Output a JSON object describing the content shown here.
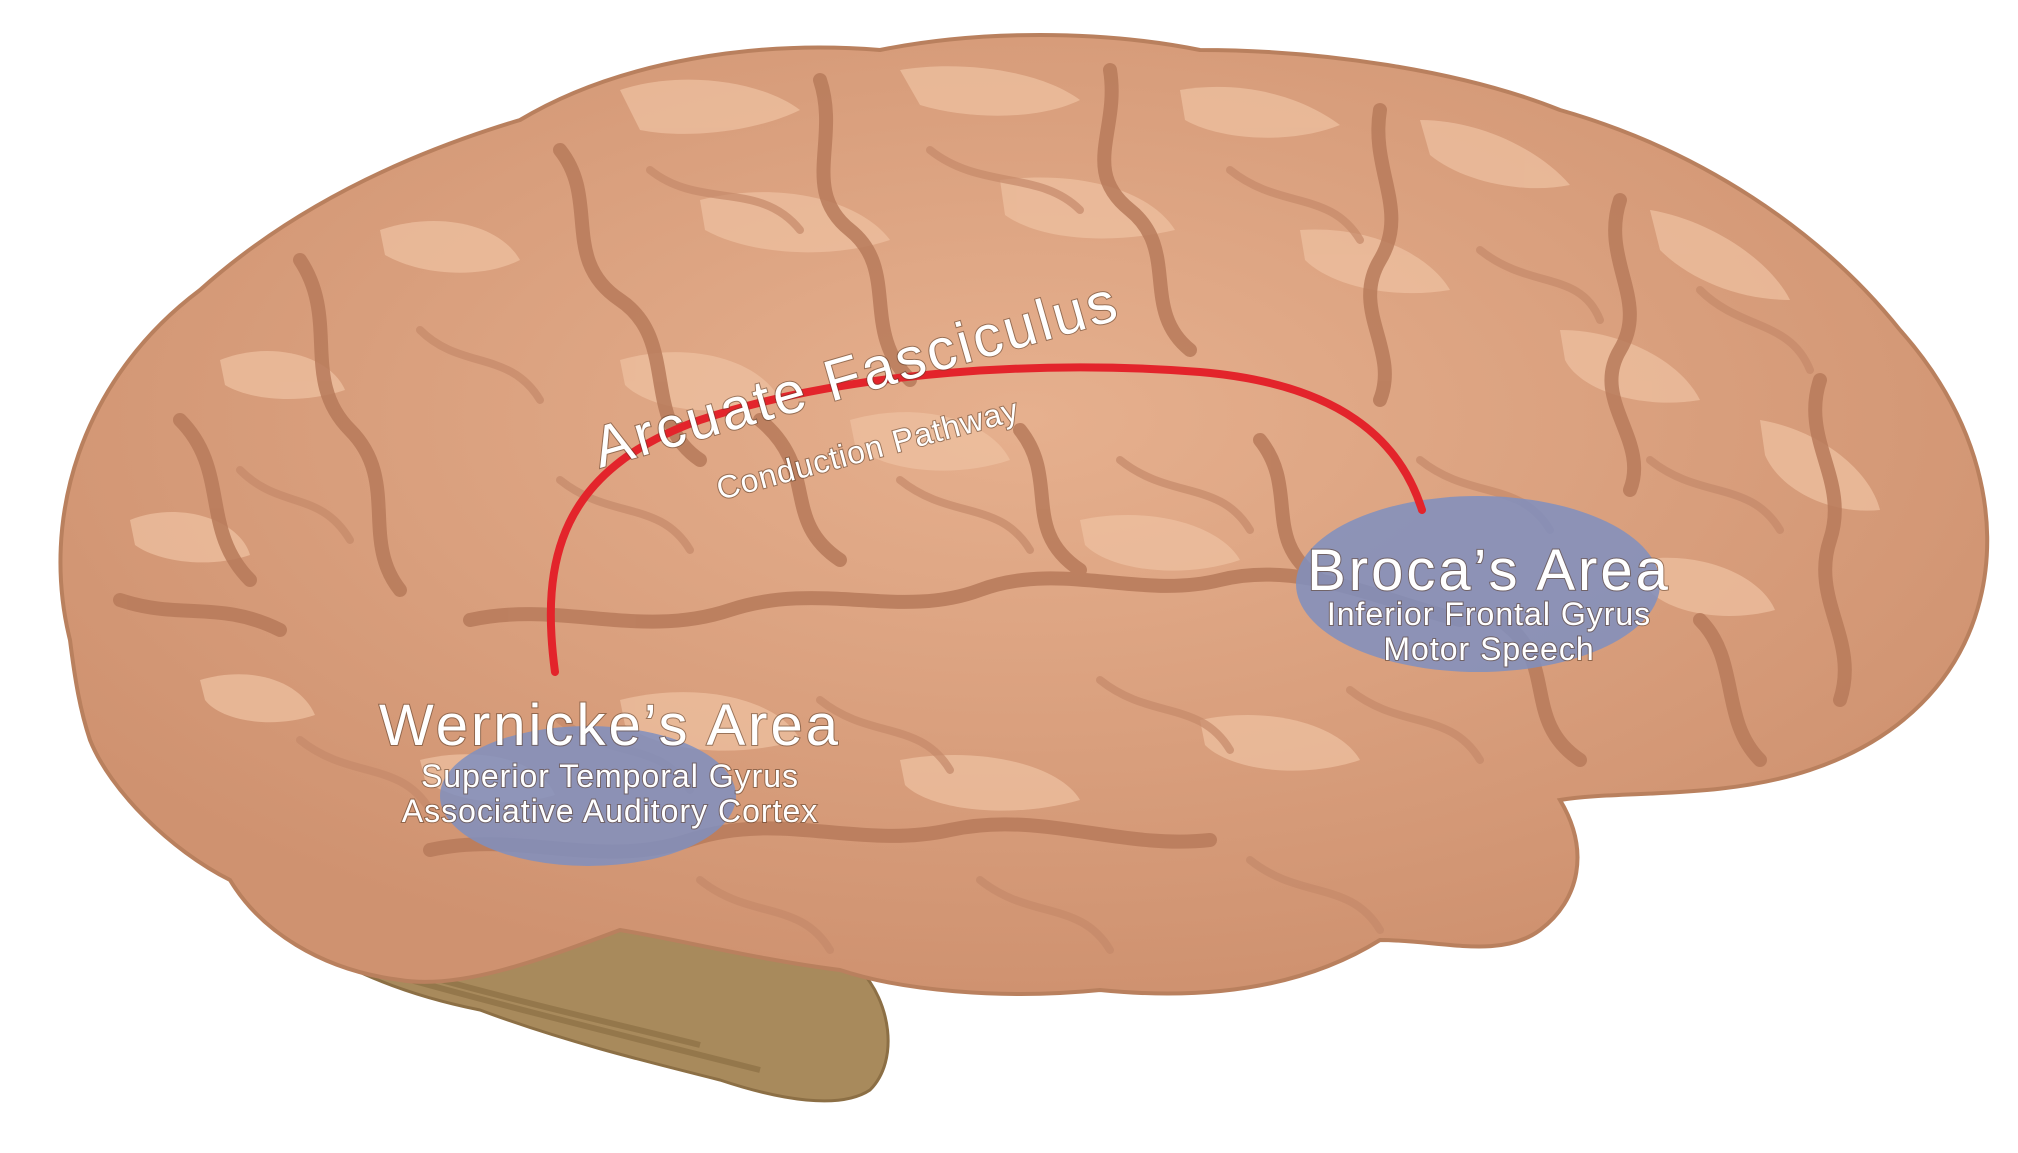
{
  "diagram": {
    "pathway": {
      "title": "Arcuate Fasciculus",
      "subtitle": "Conduction Pathway",
      "color": "#e3242b"
    },
    "regions": [
      {
        "id": "wernicke",
        "title": "Wernicke’s Area",
        "lines": [
          "Superior Temporal Gyrus",
          "Associative Auditory Cortex"
        ],
        "color": "#7f8fbf"
      },
      {
        "id": "broca",
        "title": "Broca’s Area",
        "lines": [
          "Inferior Frontal Gyrus",
          "Motor Speech"
        ],
        "color": "#7f8fbf"
      }
    ],
    "colors": {
      "cortex": "#d9a07e",
      "cortex_light": "#eec0a0",
      "sulcus": "#b77a5a",
      "cerebellum": "#a88a5c"
    }
  }
}
